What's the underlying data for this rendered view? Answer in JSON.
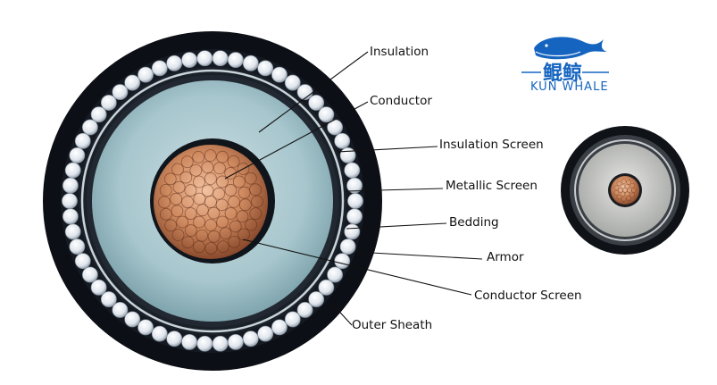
{
  "labels": {
    "insulation": "Insulation",
    "conductor": "Conductor",
    "insulation_screen": "Insulation Screen",
    "metallic_screen": "Metallic Screen",
    "bedding": "Bedding",
    "armor": "Armor",
    "conductor_screen": "Conductor Screen",
    "outer_sheath": "Outer Sheath"
  },
  "brand": {
    "name_cn": "鲲鲸",
    "name_en": "KUN WHALE"
  },
  "icons": {
    "logo": "whale-icon"
  },
  "colors": {
    "sheath": "#0d1016",
    "armor_wire": "#e8edf3",
    "insulation": "#a9c8cf",
    "copper": "#c9825a",
    "brand_blue": "#1565c0"
  }
}
